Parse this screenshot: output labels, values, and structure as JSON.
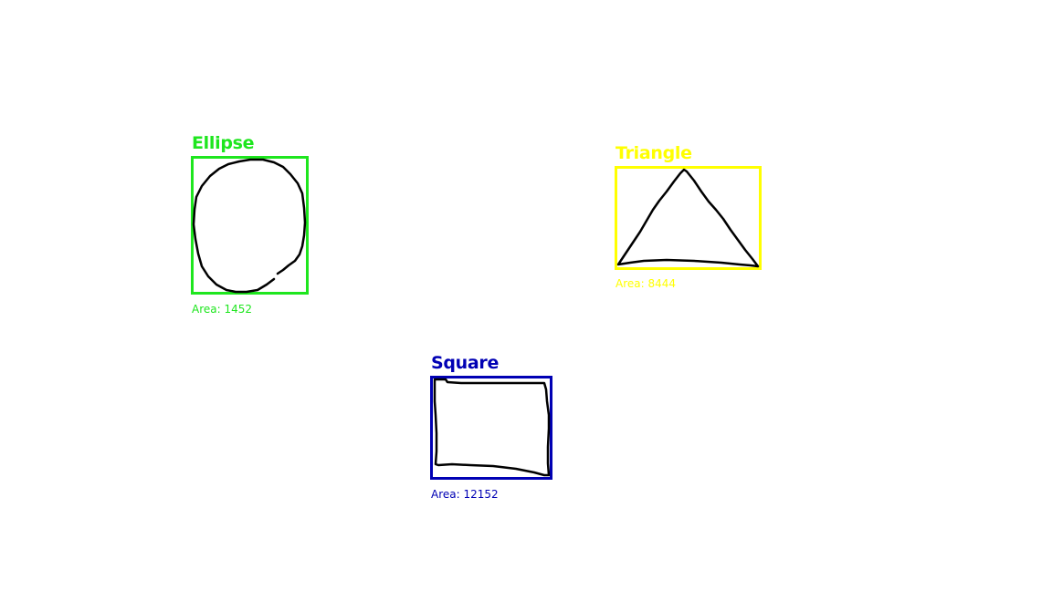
{
  "shapes": [
    {
      "id": "ellipse",
      "label": "Ellipse",
      "area_text": "Area: 1452",
      "color": "#1ee61e"
    },
    {
      "id": "triangle",
      "label": "Triangle",
      "area_text": "Area: 8444",
      "color": "#ffff00"
    },
    {
      "id": "square",
      "label": "Square",
      "area_text": "Area: 12152",
      "color": "#0000b4"
    }
  ],
  "stroke_color": "#000000"
}
